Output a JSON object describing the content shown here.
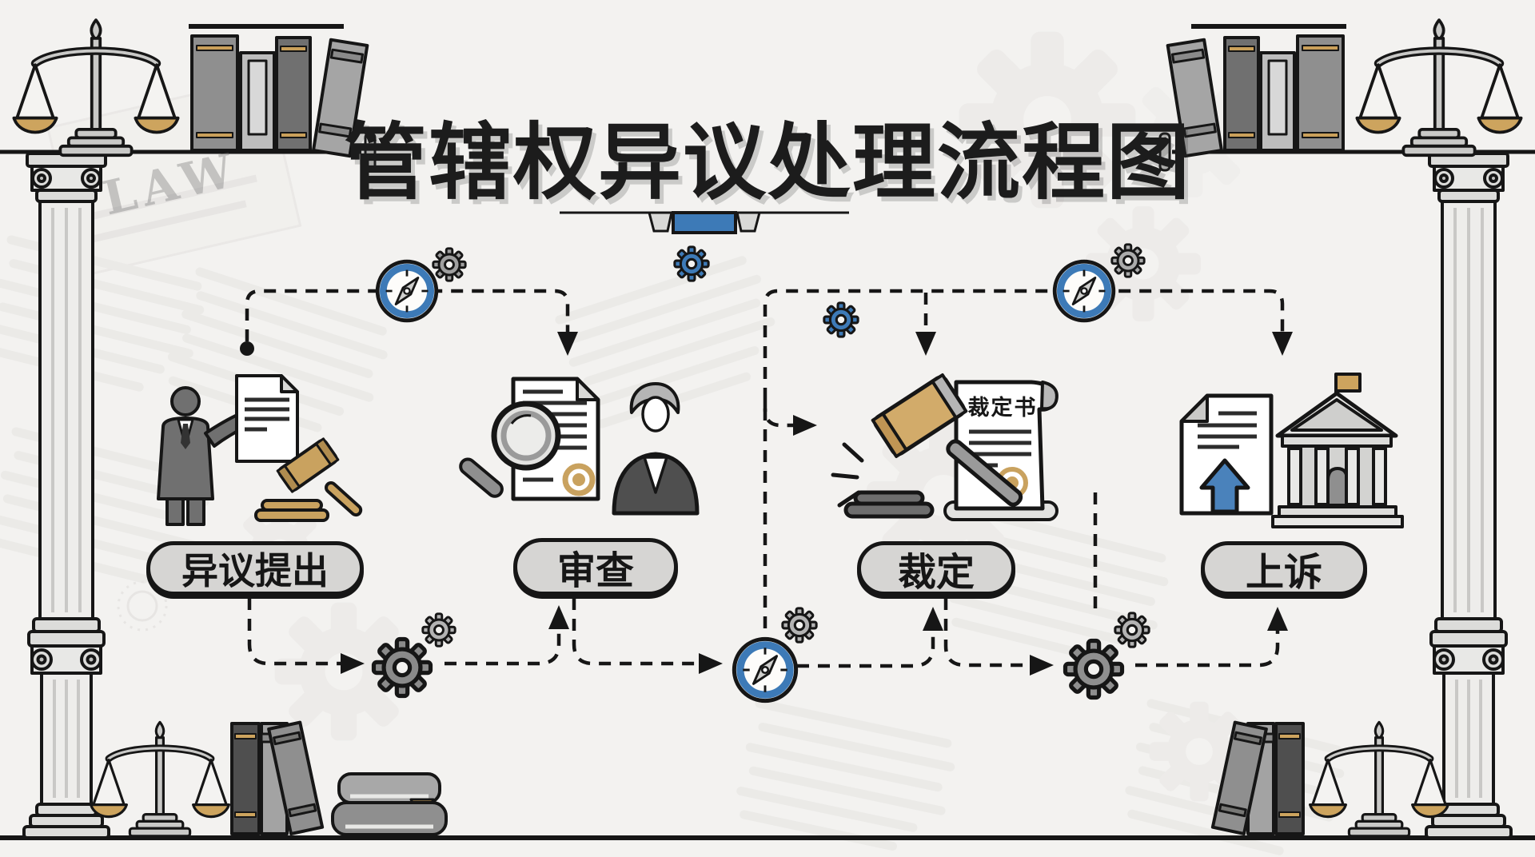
{
  "title": {
    "text": "管辖权异议处理流程图"
  },
  "flow": {
    "stages": [
      {
        "label": "异议提出",
        "icon": "litigant-with-document-and-gavel-icon"
      },
      {
        "label": "审查",
        "icon": "magnifier-document-and-judge-icon"
      },
      {
        "label": "裁定",
        "icon": "striking-gavel-and-ruling-scroll-icon",
        "document_label": "裁定书"
      },
      {
        "label": "上诉",
        "icon": "upload-document-and-courthouse-icon"
      }
    ],
    "connector_style": "dashed-arrows",
    "connector_markers": [
      "compass-icon",
      "gear-icon",
      "start-dot"
    ]
  },
  "decorations": {
    "corners": [
      "scales-of-justice-icon",
      "law-books-icon",
      "ionic-column-icon"
    ],
    "bottom_left_extra": "stacked-books-with-bookmark-icon",
    "watermark_text": "LAW"
  },
  "colors": {
    "background": "#f3f2f0",
    "ink": "#161616",
    "accent_blue": "#3d7ab7",
    "gold": "#c9a25f",
    "pill_fill": "#d6d5d3",
    "title_underline_bar": "#3d7ab7"
  }
}
